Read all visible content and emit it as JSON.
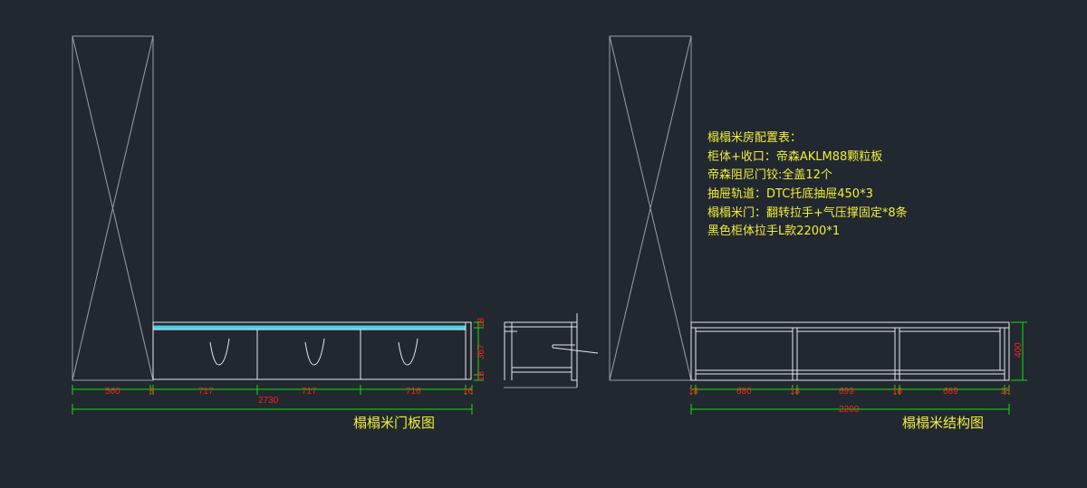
{
  "colors": {
    "background": "#212830",
    "line": "#e8e8e8",
    "frame": "#9aa0a6",
    "dimension_line": "#10e010",
    "dimension_text": "#ff2020",
    "text": "#f2ee3a",
    "glass": "#3fd5f0"
  },
  "notes": {
    "lines": [
      "榻榻米房配置表：",
      "柜体+收口：帝森AKLM88颗粒板",
      "帝森阻尼门铰:全盖12个",
      "抽屉轨道：DTC托底抽屉450*3",
      "榻榻米门：翻转拉手+气压撑固定*8条",
      "黑色柜体拉手L款2200*1"
    ]
  },
  "door_view": {
    "title": "榻榻米门板图",
    "widths": [
      "560",
      "8",
      "717",
      "717",
      "716",
      "16"
    ],
    "total": "2730",
    "heights": [
      "18",
      "367",
      "18"
    ]
  },
  "structure_view": {
    "title": "榻榻米结构图",
    "widths": [
      "18",
      "680",
      "18",
      "699",
      "18",
      "689",
      "18"
    ],
    "total": "2200",
    "height": "400"
  }
}
